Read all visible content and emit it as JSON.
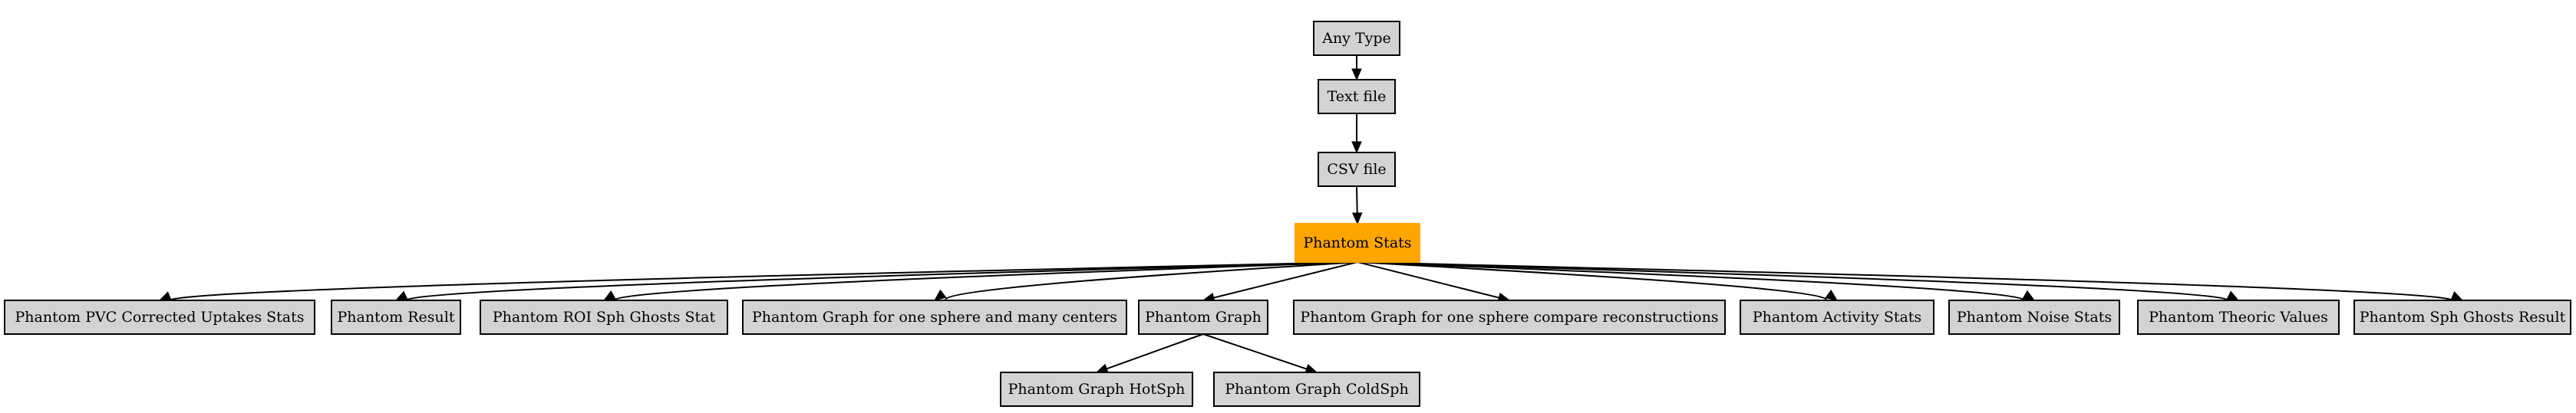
{
  "diagram": {
    "type": "class-hierarchy",
    "colors": {
      "node_fill": "#d3d3d3",
      "focus_fill": "#ffa500",
      "edge": "#000000"
    },
    "nodes": [
      {
        "id": "any",
        "label": "Any Type"
      },
      {
        "id": "text",
        "label": "Text file"
      },
      {
        "id": "csv",
        "label": "CSV file"
      },
      {
        "id": "stats",
        "label": "Phantom Stats",
        "focus": true
      },
      {
        "id": "pvc",
        "label": "Phantom PVC Corrected Uptakes Stats"
      },
      {
        "id": "result",
        "label": "Phantom Result"
      },
      {
        "id": "roi",
        "label": "Phantom ROI Sph Ghosts Stat"
      },
      {
        "id": "manycenters",
        "label": "Phantom Graph for one sphere and many centers"
      },
      {
        "id": "graph",
        "label": "Phantom Graph"
      },
      {
        "id": "compare",
        "label": "Phantom Graph for one sphere compare reconstructions"
      },
      {
        "id": "activity",
        "label": "Phantom Activity Stats"
      },
      {
        "id": "noise",
        "label": "Phantom Noise Stats"
      },
      {
        "id": "theoric",
        "label": "Phantom Theoric Values"
      },
      {
        "id": "ghosts",
        "label": "Phantom Sph Ghosts Result"
      },
      {
        "id": "hot",
        "label": "Phantom Graph HotSph"
      },
      {
        "id": "cold",
        "label": "Phantom Graph ColdSph"
      }
    ],
    "edges": [
      [
        "any",
        "text"
      ],
      [
        "text",
        "csv"
      ],
      [
        "csv",
        "stats"
      ],
      [
        "stats",
        "pvc"
      ],
      [
        "stats",
        "result"
      ],
      [
        "stats",
        "roi"
      ],
      [
        "stats",
        "manycenters"
      ],
      [
        "stats",
        "graph"
      ],
      [
        "stats",
        "compare"
      ],
      [
        "stats",
        "activity"
      ],
      [
        "stats",
        "noise"
      ],
      [
        "stats",
        "theoric"
      ],
      [
        "stats",
        "ghosts"
      ],
      [
        "graph",
        "hot"
      ],
      [
        "graph",
        "cold"
      ]
    ]
  }
}
